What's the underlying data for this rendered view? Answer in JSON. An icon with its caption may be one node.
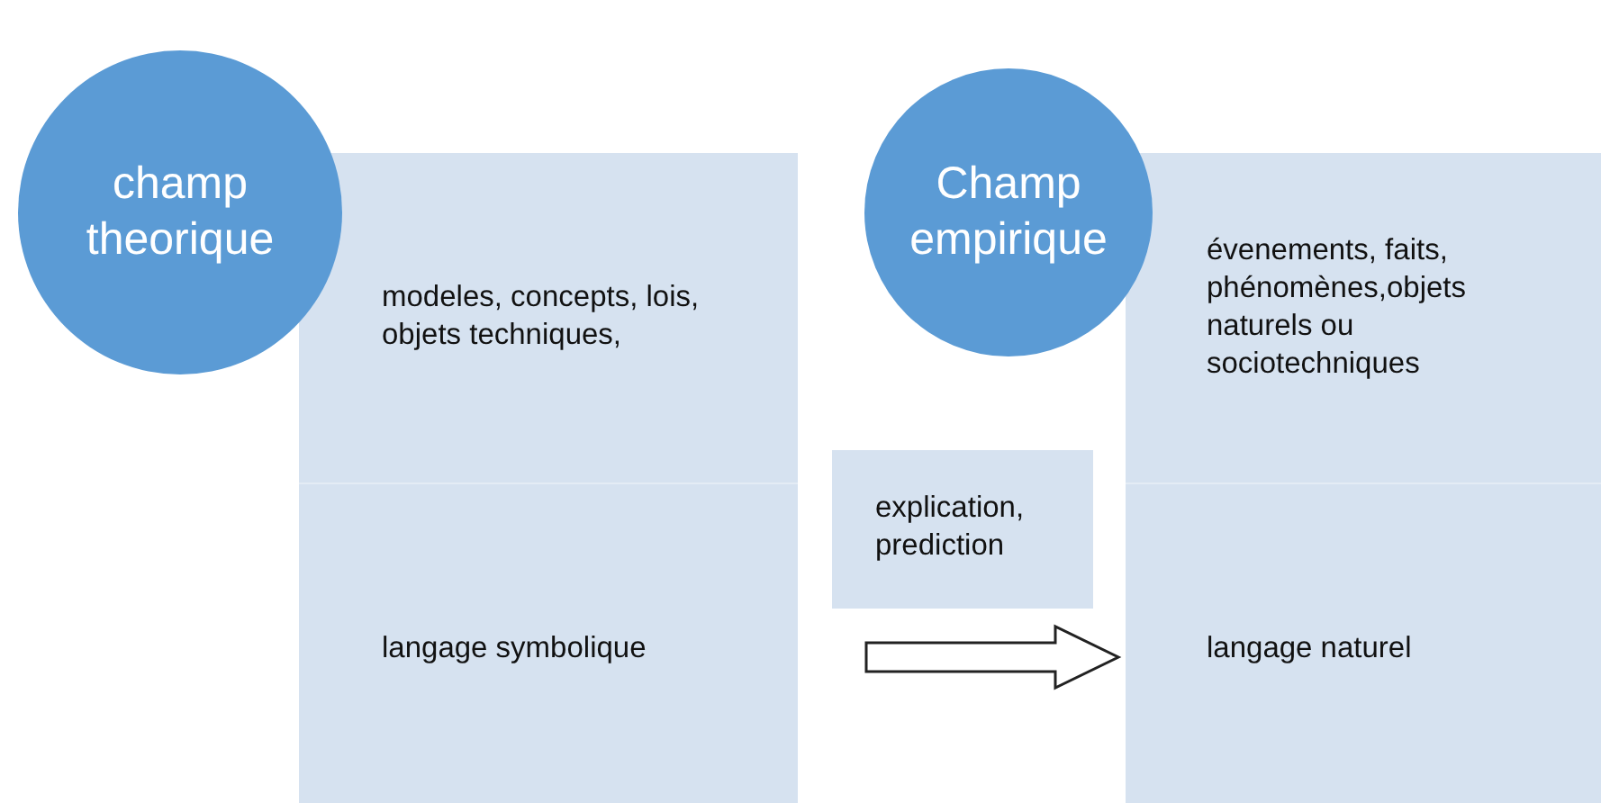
{
  "diagram": {
    "nodes": [
      {
        "text": [
          "champ theorique"
        ]
      },
      {
        "text": [
          "modeles, concepts, lois, objets techniques,",
          "langage symbolique"
        ]
      },
      {
        "text": [
          "Champ empirique"
        ]
      },
      {
        "text": [
          "évenements, faits, phénomènes,objets naturels ou sociotechniques",
          "langage naturel"
        ]
      },
      {
        "text": [
          "explication, prediction"
        ]
      }
    ],
    "edges": [
      {
        "from": 1,
        "to": 3,
        "arrow": "to"
      }
    ]
  }
}
